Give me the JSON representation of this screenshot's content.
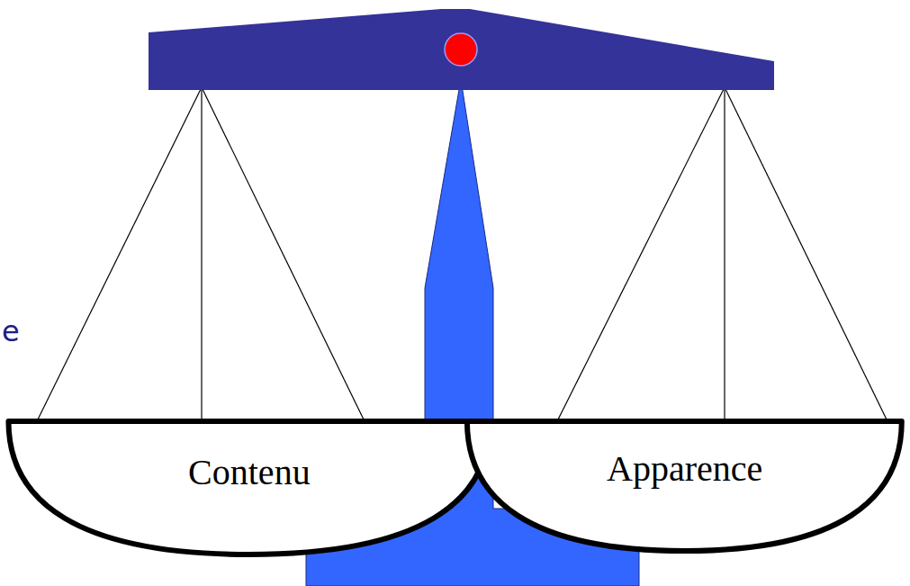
{
  "diagram": {
    "nodes": [
      {
        "text": [
          "Contenu"
        ]
      },
      {
        "text": [
          "Apparence"
        ]
      }
    ],
    "labels": [
      "e"
    ]
  }
}
